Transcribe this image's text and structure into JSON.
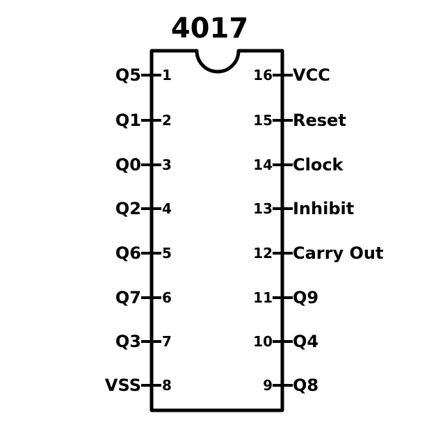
{
  "title": "4017",
  "colors": {
    "stroke": "#000000",
    "background": "#ffffff"
  },
  "left_pins": [
    {
      "num": "1",
      "name": "Q5"
    },
    {
      "num": "2",
      "name": "Q1"
    },
    {
      "num": "3",
      "name": "Q0"
    },
    {
      "num": "4",
      "name": "Q2"
    },
    {
      "num": "5",
      "name": "Q6"
    },
    {
      "num": "6",
      "name": "Q7"
    },
    {
      "num": "7",
      "name": "Q3"
    },
    {
      "num": "8",
      "name": "VSS"
    }
  ],
  "right_pins": [
    {
      "num": "16",
      "name": "VCC"
    },
    {
      "num": "15",
      "name": "Reset"
    },
    {
      "num": "14",
      "name": "Clock"
    },
    {
      "num": "13",
      "name": "Inhibit"
    },
    {
      "num": "12",
      "name": "Carry Out"
    },
    {
      "num": "11",
      "name": "Q9"
    },
    {
      "num": "10",
      "name": "Q4"
    },
    {
      "num": "9",
      "name": "Q8"
    }
  ]
}
